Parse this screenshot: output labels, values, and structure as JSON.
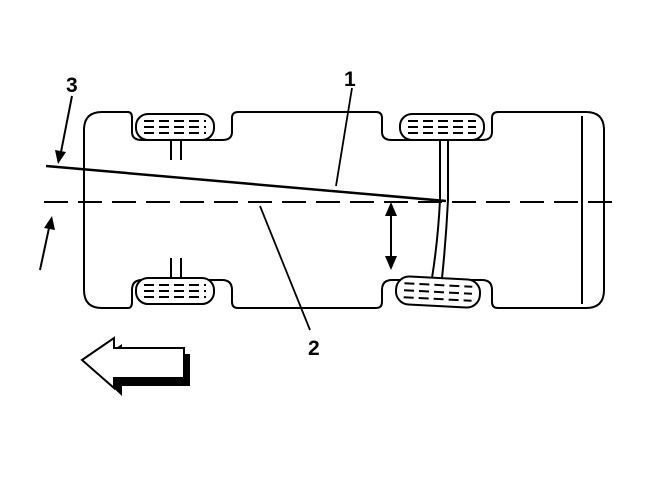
{
  "diagram": {
    "callouts": [
      {
        "id": "1",
        "label": "1"
      },
      {
        "id": "2",
        "label": "2"
      },
      {
        "id": "3",
        "label": "3"
      }
    ],
    "colors": {
      "line": "#000000",
      "background": "#ffffff",
      "arrow_shadow": "#000000"
    },
    "icons": [
      "direction-arrow-icon",
      "offset-double-arrow-icon"
    ]
  }
}
